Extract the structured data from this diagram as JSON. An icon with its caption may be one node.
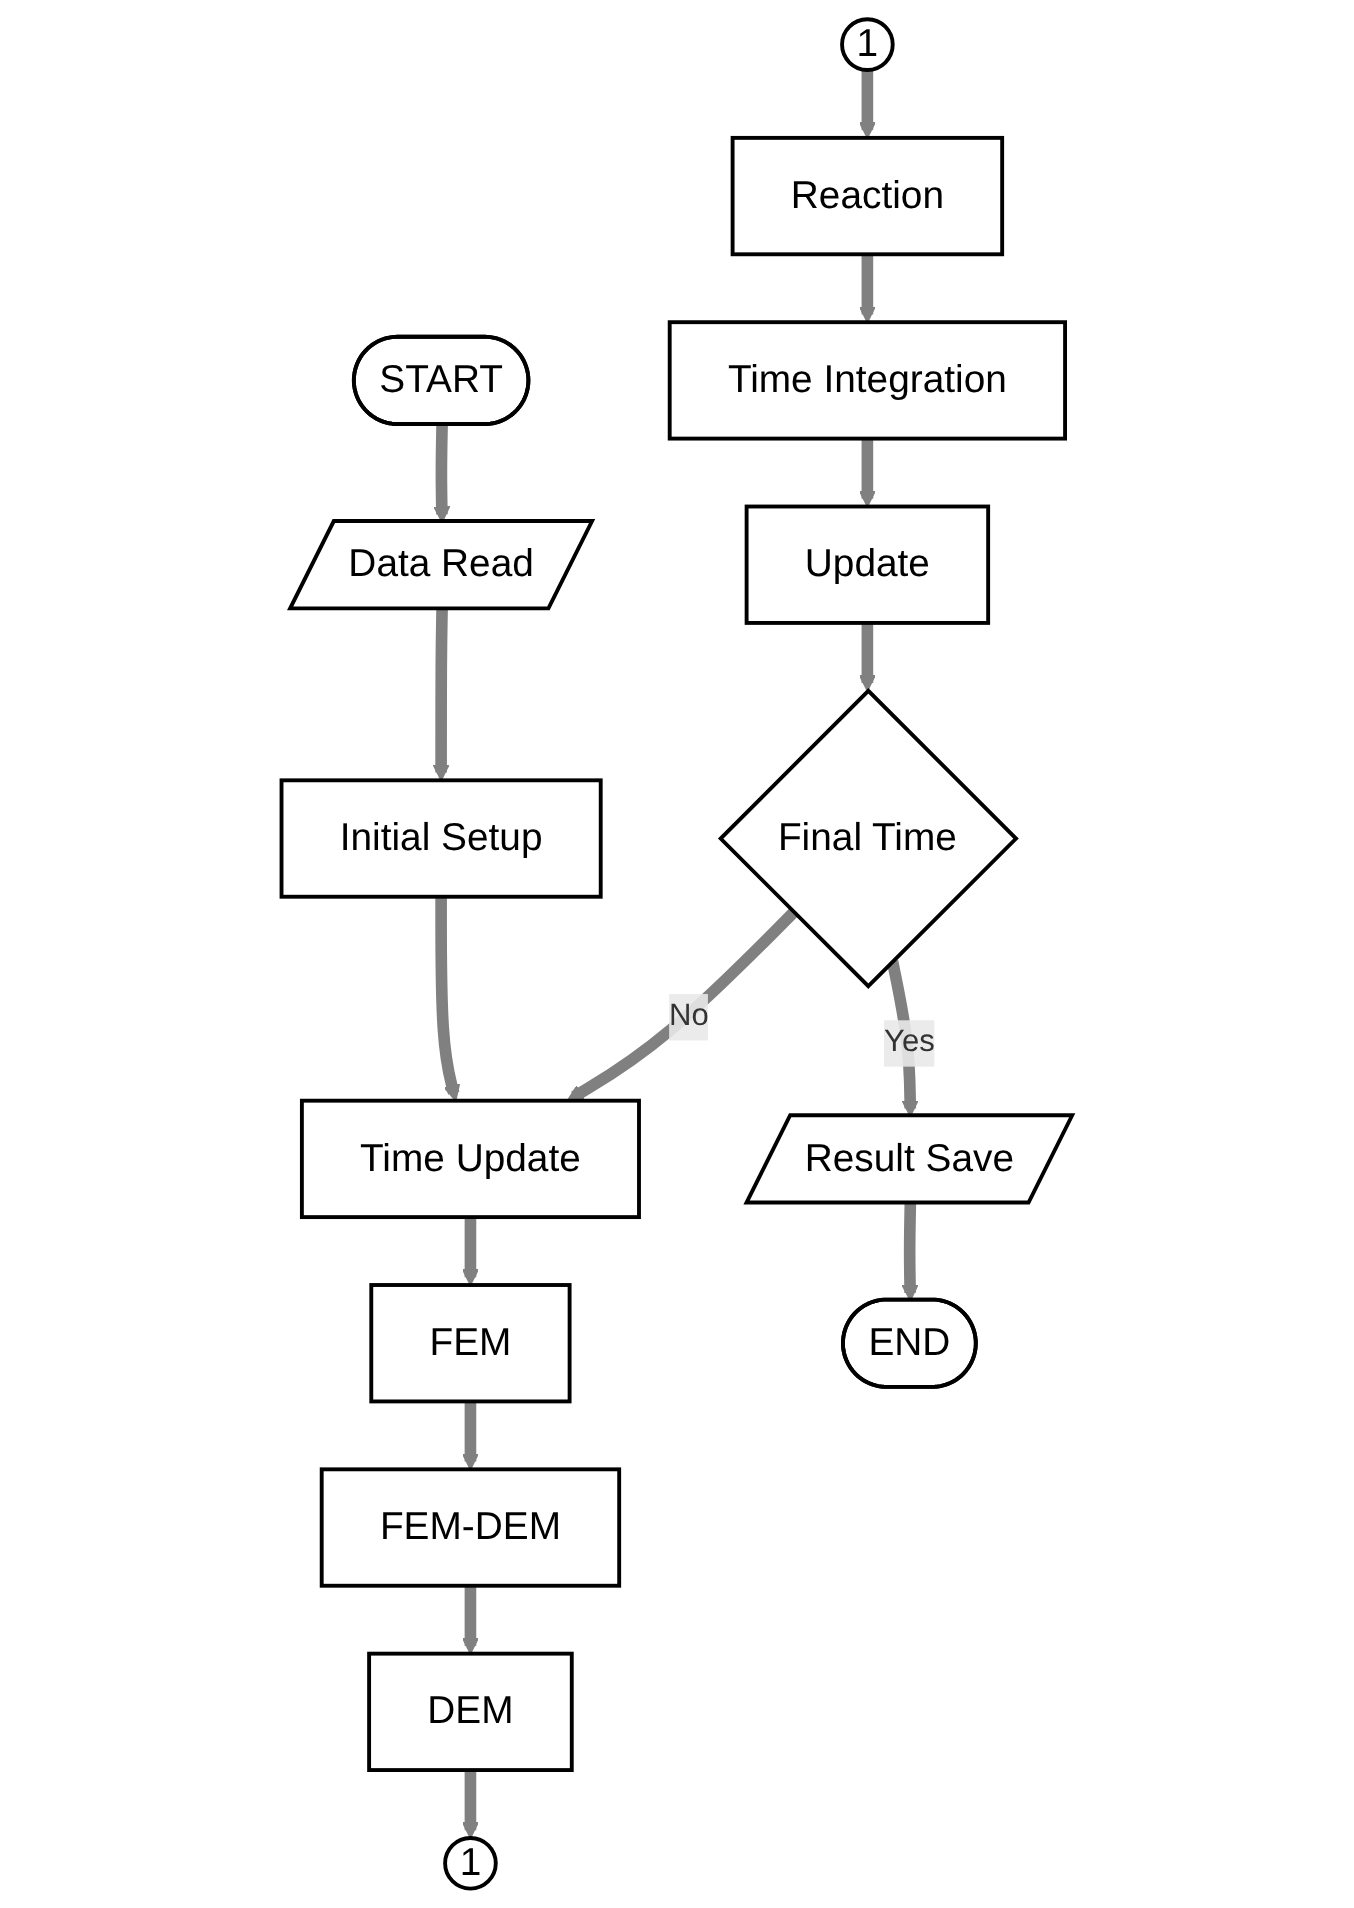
{
  "diagram": {
    "nodes": [
      {
        "text": [
          "START"
        ]
      },
      {
        "text": [
          "Data Read"
        ]
      },
      {
        "text": [
          "Initial Setup"
        ]
      },
      {
        "text": [
          "Time Update"
        ]
      },
      {
        "text": [
          "FEM"
        ]
      },
      {
        "text": [
          "FEM-DEM"
        ]
      },
      {
        "text": [
          "DEM"
        ]
      },
      {
        "text": [
          "1"
        ]
      },
      {
        "text": [
          "1"
        ]
      },
      {
        "text": [
          "Reaction"
        ]
      },
      {
        "text": [
          "Time Integration"
        ]
      },
      {
        "text": [
          "Update"
        ]
      },
      {
        "text": [
          "Final Time"
        ]
      },
      {
        "text": [
          "Result Save"
        ]
      },
      {
        "text": [
          "END"
        ]
      }
    ],
    "edges": [
      {
        "from": 0,
        "to": 1,
        "arrow": "to"
      },
      {
        "from": 1,
        "to": 2,
        "arrow": "to"
      },
      {
        "from": 2,
        "to": 3,
        "arrow": "to"
      },
      {
        "from": 3,
        "to": 4,
        "arrow": "to"
      },
      {
        "from": 4,
        "to": 5,
        "arrow": "to"
      },
      {
        "from": 5,
        "to": 6,
        "arrow": "to"
      },
      {
        "from": 6,
        "to": 7,
        "arrow": "to"
      },
      {
        "from": 8,
        "to": 9,
        "arrow": "to"
      },
      {
        "from": 9,
        "to": 10,
        "arrow": "to"
      },
      {
        "from": 10,
        "to": 11,
        "arrow": "to"
      },
      {
        "from": 11,
        "to": 12,
        "arrow": "to"
      },
      {
        "from": 12,
        "to": 3,
        "arrow": "to",
        "label": "No"
      },
      {
        "from": 12,
        "to": 13,
        "arrow": "to",
        "label": "Yes"
      },
      {
        "from": 13,
        "to": 14,
        "arrow": "to"
      }
    ]
  }
}
